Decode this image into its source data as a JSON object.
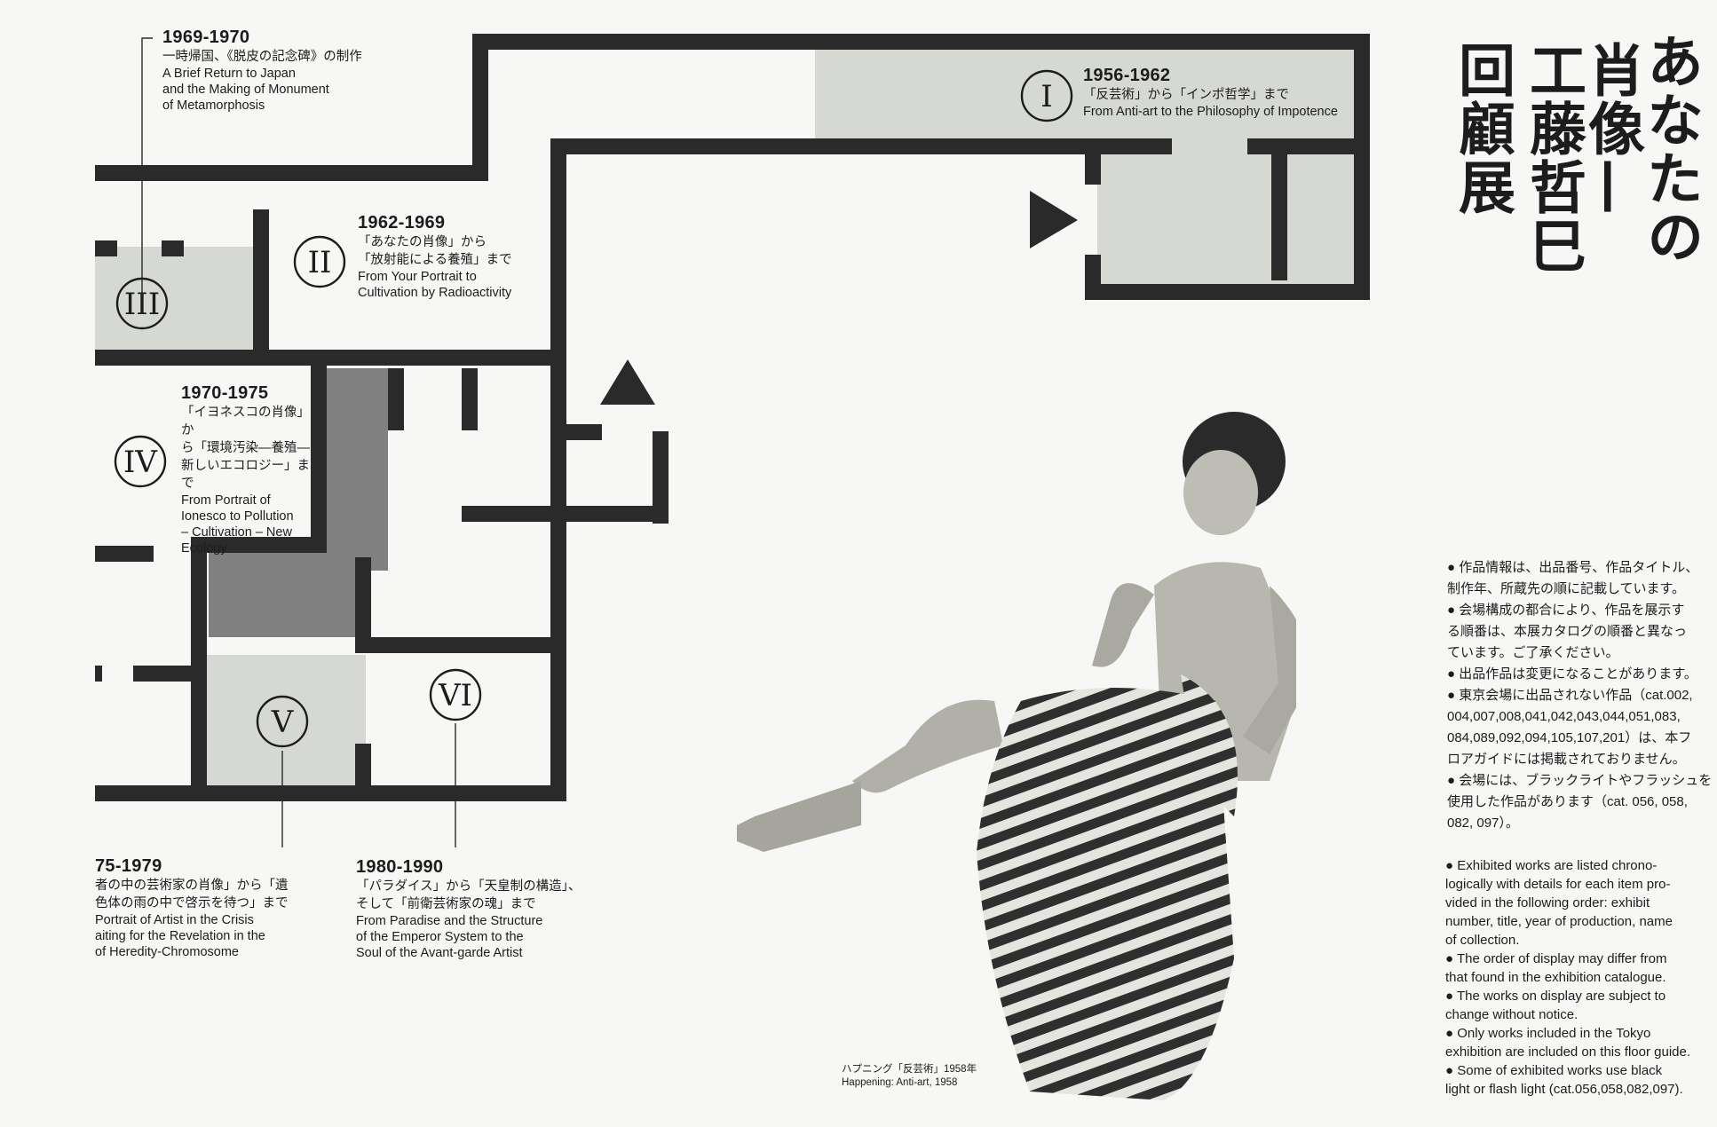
{
  "title": {
    "line1": "あなたの",
    "line2": "肖像—",
    "line3": "工藤哲巳",
    "line4": "回顧展"
  },
  "sections": [
    {
      "numeral": "I",
      "years": "1956-1962",
      "jp": [
        "「反芸術」から「インポ哲学」まで"
      ],
      "en": [
        "From Anti-art to the Philosophy of Impotence"
      ]
    },
    {
      "numeral": "II",
      "years": "1962-1969",
      "jp": [
        "「あなたの肖像」から",
        "「放射能による養殖」まで"
      ],
      "en": [
        "From Your Portrait to",
        "Cultivation by Radioactivity"
      ]
    },
    {
      "numeral": "III",
      "years": "1969-1970",
      "jp": [
        "一時帰国、《脱皮の記念碑》の制作"
      ],
      "en": [
        "A Brief Return to Japan",
        "and the Making of Monument",
        "of Metamorphosis"
      ]
    },
    {
      "numeral": "IV",
      "years": "1970-1975",
      "jp": [
        "「イヨネスコの肖像」か",
        "ら「環境汚染—養殖—",
        "新しいエコロジー」まで"
      ],
      "en": [
        "From Portrait of",
        "Ionesco to Pollution",
        "– Cultivation – New",
        "Ecology"
      ]
    },
    {
      "numeral": "V",
      "years": "75-1979",
      "jp": [
        "者の中の芸術家の肖像」から「遺",
        "色体の雨の中で啓示を待つ」まで"
      ],
      "en": [
        "Portrait of Artist in the Crisis",
        "aiting for the Revelation in the",
        "of Heredity-Chromosome"
      ]
    },
    {
      "numeral": "VI",
      "years": "1980-1990",
      "jp": [
        "「パラダイス」から「天皇制の構造」、",
        "そして「前衛芸術家の魂」まで"
      ],
      "en": [
        "From Paradise and the Structure",
        "of the Emperor System to the",
        "Soul of the Avant-garde Artist"
      ]
    }
  ],
  "notes_jp": [
    "● 作品情報は、出品番号、作品タイトル、",
    "制作年、所蔵先の順に記載しています。",
    "● 会場構成の都合により、作品を展示す",
    "る順番は、本展カタログの順番と異なっ",
    "ています。ご了承ください。",
    "● 出品作品は変更になることがあります。",
    "● 東京会場に出品されない作品（cat.002,",
    "004,007,008,041,042,043,044,051,083,",
    "084,089,092,094,105,107,201）は、本フ",
    "ロアガイドには掲載されておりません。",
    "● 会場には、ブラックライトやフラッシュを",
    "使用した作品があります（cat. 056, 058,",
    "082, 097）。"
  ],
  "notes_en": [
    "● Exhibited works are listed chrono-",
    "logically with details for each item pro-",
    "vided in the following order: exhibit",
    "number, title, year of production, name",
    "of collection.",
    "● The order of display may differ from",
    "that found in the exhibition catalogue.",
    "● The works on display are subject to",
    "change without notice.",
    "● Only works included in the Tokyo",
    "exhibition are included on this floor guide.",
    "● Some of exhibited works use black",
    "light or flash light (cat.056,058,082,097)."
  ],
  "photo_caption": {
    "jp": "ハプニング「反芸術」1958年",
    "en": "Happening: Anti-art, 1958"
  },
  "colors": {
    "wall": "#2a2a2a",
    "room_light": "#d6d8d3",
    "room_dark": "#808080",
    "paper": "#f7f7f5"
  }
}
